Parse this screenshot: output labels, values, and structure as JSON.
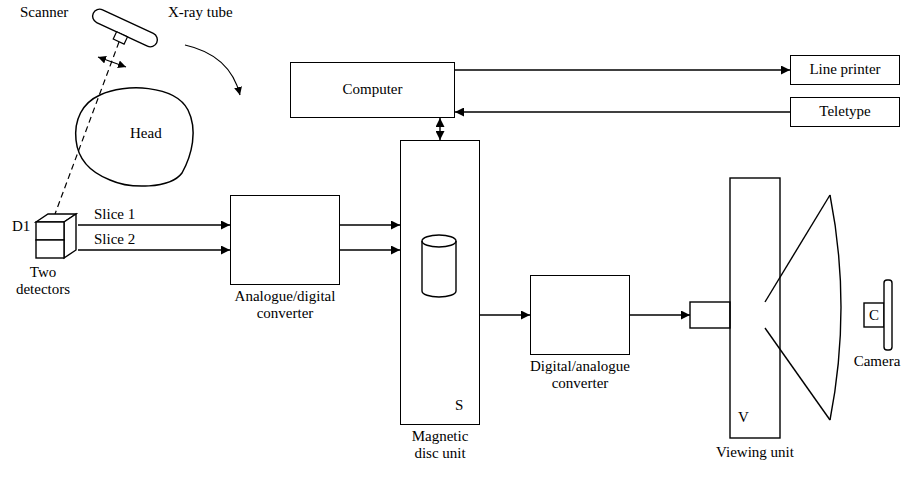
{
  "diagram": {
    "nodes": [
      {
        "text": [
          "Head"
        ]
      },
      {
        "text": [
          "Computer"
        ]
      },
      {
        "text": [
          "Line printer"
        ]
      },
      {
        "text": [
          "Teletype"
        ]
      },
      {
        "text": [
          "D1",
          "Two detectors"
        ]
      },
      {
        "text": [
          "Analogue/digital converter"
        ]
      },
      {
        "text": [
          "S",
          "Magnetic disc unit"
        ]
      },
      {
        "text": [
          "Digital/analogue converter"
        ]
      },
      {
        "text": [
          "V",
          "Viewing unit"
        ]
      },
      {
        "text": [
          "C",
          "Camera"
        ]
      }
    ],
    "edges": [
      {
        "from": 1,
        "to": 2,
        "arrow": "to"
      },
      {
        "from": 3,
        "to": 1,
        "arrow": "to"
      },
      {
        "from": 1,
        "to": 6,
        "arrow": "both"
      },
      {
        "from": 4,
        "to": 5,
        "arrow": "to",
        "label": "Slice 1"
      },
      {
        "from": 4,
        "to": 5,
        "arrow": "to",
        "label": "Slice 2"
      },
      {
        "from": 5,
        "to": 6,
        "arrow": "to"
      },
      {
        "from": 5,
        "to": 6,
        "arrow": "to"
      },
      {
        "from": 6,
        "to": 7,
        "arrow": "to"
      },
      {
        "from": 7,
        "to": 8,
        "arrow": "to"
      }
    ],
    "labels": [
      "Scanner",
      "X-ray tube"
    ]
  }
}
